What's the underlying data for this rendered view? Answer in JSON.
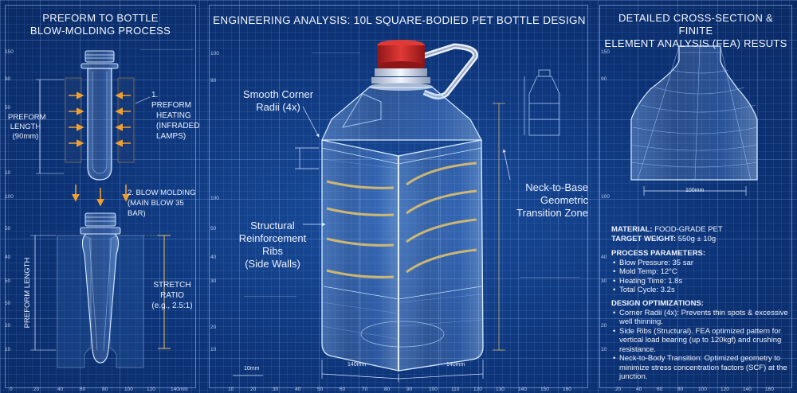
{
  "left_panel": {
    "title_line1": "PREFORM TO BOTTLE",
    "title_line2": "BLOW-MOLDING PROCESS",
    "preform_length_line1": "PREFORM",
    "preform_length_line2": "LENGTH",
    "preform_length_line3": "(90mm)",
    "step1_line1": "1. PREFORM",
    "step1_line2": "HEATING",
    "step1_line3": "(INFRADED",
    "step1_line4": "LAMPS)",
    "step2_line1": "2. BLOW MOLDING",
    "step2_line2": "(MAIN BLOW 35 BAR)",
    "preform_length_vertical": "PREFORM LENGTH",
    "stretch_line1": "STRETCH",
    "stretch_line2": "RATIO",
    "stretch_line3": "(e.g., 2.5:1)"
  },
  "center_panel": {
    "title": "ENGINEERING ANALYSIS: 10L SQUARE-BODIED PET BOTTLE DESIGN",
    "corner_line1": "Smooth Corner",
    "corner_line2": "Radii (4x)",
    "ribs_line1": "Structural",
    "ribs_line2": "Reinforcement",
    "ribs_line3": "Ribs",
    "ribs_line4": "(Side Walls)",
    "neck_line1": "Neck-to-Base",
    "neck_line2": "Geometric",
    "neck_line3": "Transition Zone",
    "dim_10mm": "10mm",
    "dim_140_left": "140mm",
    "dim_140_right": "140mm"
  },
  "right_panel": {
    "title_line1": "DETAILED CROSS-SECTION & FINITE",
    "title_line2": "ELEMENT ANALYSIS (FEA) RESUTS",
    "dim_100mm": "100mm",
    "material_label": "MATERIAL:",
    "material_value": "FOOD-GRADE PET",
    "weight_label": "TARGET WEIGHT:",
    "weight_value": "550g ± 10g",
    "process_heading": "PROCESS PARAMETERS:",
    "process_items": [
      "Blow Pressure: 35 sar",
      "Mold Temp: 12°C",
      "Heating Time: 1.8s",
      "Total Cycle: 3.2s"
    ],
    "design_heading": "DESIGN OPTIMIZATIONS:",
    "design_items": [
      "Corner Radii (4x): Prevents thin spots & excessive well thinning.",
      "Side Ribs (Structural). FEA optimized pattern for vertical load bearing (up to 120kgf) and crushing resistance.",
      "Neck-to-Body Transition: Optimized geometry to minimize stress concentration factors (SCF) at the junction."
    ]
  },
  "axis_ticks": {
    "left_y": [
      "150",
      "90",
      "50",
      "10",
      "100",
      "50",
      "40",
      "50",
      "50",
      "20",
      "10"
    ],
    "bottom_x": [
      "0",
      "20",
      "40",
      "60",
      "80",
      "100",
      "120",
      "140mm"
    ],
    "center_y": [
      "100",
      "90",
      "100",
      "50",
      "40",
      "30",
      "20",
      "10"
    ],
    "center_x": [
      "10",
      "20",
      "30",
      "40",
      "50",
      "60",
      "70",
      "80",
      "90",
      "100",
      "110",
      "120",
      "130",
      "140",
      "150",
      "160"
    ],
    "right_x": [
      "20",
      "40",
      "60",
      "80",
      "100",
      "120",
      "140",
      "160"
    ],
    "right_y": [
      "150",
      "90",
      "100",
      "40",
      "30",
      "20",
      "10"
    ]
  },
  "colors": {
    "background": "#0d3478",
    "cap": "#c8262a",
    "orange": "#f0a030",
    "gold_rib": "#e6c46a",
    "line": "#a8c8ff"
  }
}
